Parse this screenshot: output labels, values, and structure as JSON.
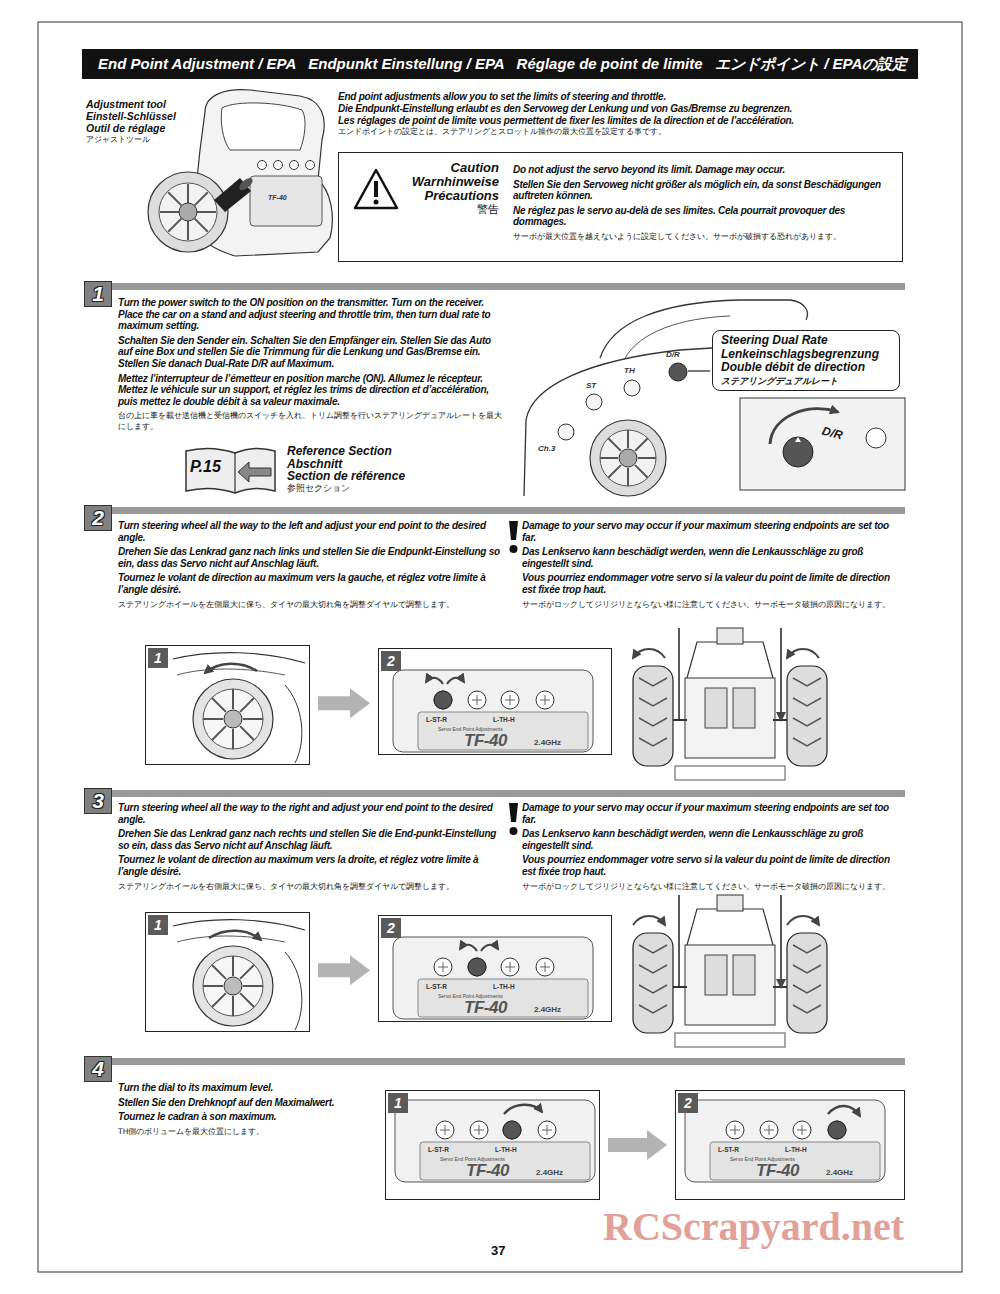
{
  "diagram": {
    "title": "End Point Adjustment / EPA   Endpunkt Einstellung / EPA   Réglage de point de limite   エンドポイント / EPAの設定",
    "nodes": [
      {
        "text": [
          "Caution",
          "Warnhinweise",
          "Précautions",
          "警告",
          "Do not adjust the servo beyond its limit. Damage may occur.",
          "Stellen Sie den Servoweg nicht größer als möglich ein, da sonst Beschädigungen auftreten können.",
          "Ne réglez pas le servo au-delà de ses limites. Cela pourrait provoquer des dommages.",
          "サーボが最大位置を越えないように設定してください。サーボが破損する恐れがあります。"
        ]
      },
      {
        "text": [
          "1"
        ]
      },
      {
        "text": [
          "P.15"
        ]
      },
      {
        "text": [
          "Steering Dual Rate",
          "Lenkeinschlagsbegrenzung",
          "Double débit de direction",
          "ステアリングデュアルレート"
        ]
      },
      {
        "text": [
          "2"
        ]
      },
      {
        "text": [
          "1"
        ]
      },
      {
        "text": [
          "2"
        ]
      },
      {
        "text": [
          "3"
        ]
      },
      {
        "text": [
          "1"
        ]
      },
      {
        "text": [
          "2"
        ]
      },
      {
        "text": [
          "4"
        ]
      },
      {
        "text": [
          "1"
        ]
      },
      {
        "text": [
          "2"
        ]
      }
    ],
    "edges": [
      {
        "from": 5,
        "to": 6,
        "arrow": "to"
      },
      {
        "from": 8,
        "to": 9,
        "arrow": "to"
      },
      {
        "from": 11,
        "to": 12,
        "arrow": "to"
      }
    ],
    "labels": [
      "Adjustment tool",
      "Einstell-Schlüssel",
      "Outil de réglage",
      "アジャストツール",
      "End point adjustments allow you to set the limits of steering and throttle.",
      "Die Endpunkt-Einstellung erlaubt es den Servoweg der Lenkung und von Gas/Bremse zu begrenzen.",
      "Les réglages de point de limite vous permettent de fixer les limites de la direction et de l’accélération.",
      "エンドポイントの設定とは、ステアリングとスロットル操作の最大位置を設定する事です。",
      "TF-40",
      "Turn the power switch to the ON position on the transmitter. Turn on the receiver. Place the car on a stand and adjust steering and throttle trim, then turn dual rate to maximum setting.",
      "Schalten Sie den Sender ein. Schalten Sie den Empfänger ein. Stellen Sie das Auto auf eine Box und stellen Sie die Trimmung für die Lenkung und Gas/Bremse ein. Stellen Sie danach Dual-Rate D/R auf Maximum.",
      "Mettez l’interrupteur de l’émetteur en position marche (ON). Allumez le récepteur. Mettez le véhicule sur un support, et réglez les trims de direction et d’accélération, puis mettez le double débit à sa valeur maximale.",
      "台の上に車を載せ送信機と受信機のスイッチを入れ、トリム調整を行いステアリングデュアルレートを最大にします。",
      "Reference Section",
      "Abschnitt",
      "Section de référence",
      "参照セクション",
      "Ch.3",
      "ST",
      "TH",
      "D/R",
      "D/R",
      "Turn steering wheel all the way to the left and adjust your end point to the desired angle.",
      "Drehen Sie das Lenkrad ganz nach links und stellen Sie die Endpunkt-Einstellung so ein, dass das Servo nicht auf Anschlag läuft.",
      "Tournez le volant de direction au maximum vers la gauche, et réglez votre limite à l’angle désiré.",
      "ステアリングホイールを左側最大に保ち、タイヤの最大切れ角を調整ダイヤルで調整します。",
      "Damage to your servo may occur if your maximum steering endpoints are set too far.",
      "Das Lenkservo kann beschädigt werden, wenn die Lenkausschläge zu groß eingestellt sind.",
      "Vous pourriez endommager votre servo si la valeur du point de limite de direction est fixée trop haut.",
      "サーボがロックしてジリジリとならない様に注意してください。サーボモータ破損の原因になります。",
      "L-ST-R",
      "L-TH-H",
      "Servo End Point Adjustments",
      "TF-40",
      "2.4GHz",
      "Turn steering wheel all the way to the right and adjust your end point to the desired angle.",
      "Drehen Sie das Lenkrad ganz nach rechts und stellen Sie die End-punkt-Einstellung so ein, dass das Servo nicht auf Anschlag läuft.",
      "Tournez le volant de direction au maximum vers la droite, et réglez votre limite à l’angle désiré.",
      "ステアリングホイールを右側最大に保ち、タイヤの最大切れ角を調整ダイヤルで調整します。",
      "Damage to your servo may occur if your maximum steering endpoints are set too far.",
      "Das Lenkservo kann beschädigt werden, wenn die Lenkausschläge zu groß eingestellt sind.",
      "Vous pourriez endommager votre servo si la valeur du point de limite de direction est fixée trop haut.",
      "サーボがロックしてジリジリとならない様に注意してください。サーボモータ破損の原因になります。",
      "L-ST-R",
      "L-TH-H",
      "Servo End Point Adjustments",
      "TF-40",
      "2.4GHz",
      "Turn the dial to its maximum level.",
      "Stellen Sie den Drehknopf auf den Maximalwert.",
      "Tournez le cadran à son maximum.",
      "TH側のボリュームを最大位置にします。",
      "L-ST-R",
      "L-TH-H",
      "Servo End Point Adjustments",
      "TF-40",
      "2.4GHz",
      "L-ST-R",
      "L-TH-H",
      "Servo End Point Adjustments",
      "TF-40",
      "2.4GHz",
      "37",
      "RCScrapyard.net"
    ]
  }
}
